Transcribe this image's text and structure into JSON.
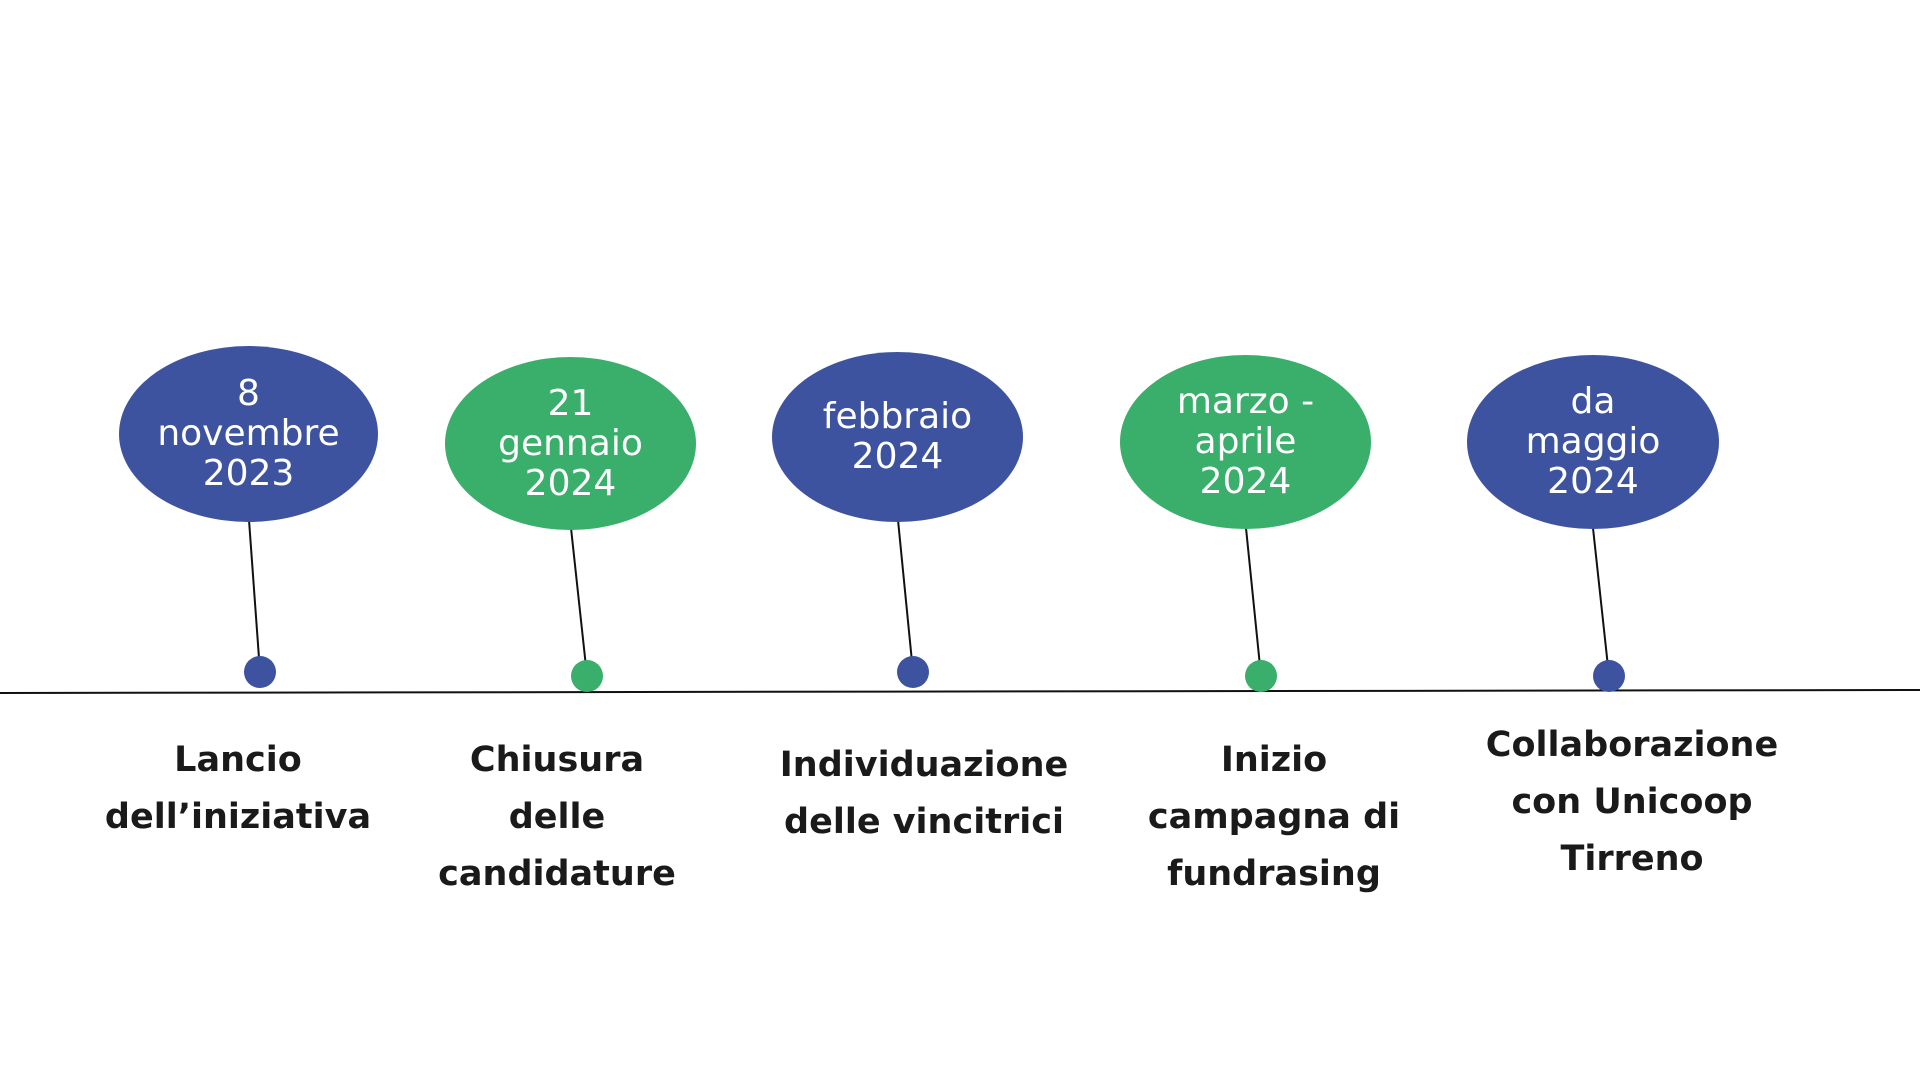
{
  "colors": {
    "blue": "#3e53a0",
    "green": "#3aae6b",
    "line": "#111111",
    "caption_text": "#1a1a1a"
  },
  "milestones": [
    {
      "date": "8\nnovembre\n2023",
      "label": "Lancio\ndell’iniziativa",
      "color": "blue"
    },
    {
      "date": "21\ngennaio\n2024",
      "label": "Chiusura\ndelle\ncandidature",
      "color": "green"
    },
    {
      "date": "febbraio\n2024",
      "label": "Individuazione\ndelle vincitrici",
      "color": "blue"
    },
    {
      "date": "marzo -\naprile\n2024",
      "label": "Inizio\ncampagna di\nfundrasing",
      "color": "green"
    },
    {
      "date": "da\nmaggio\n2024",
      "label": "Collaborazione\ncon Unicoop\nTirreno",
      "color": "blue"
    }
  ]
}
